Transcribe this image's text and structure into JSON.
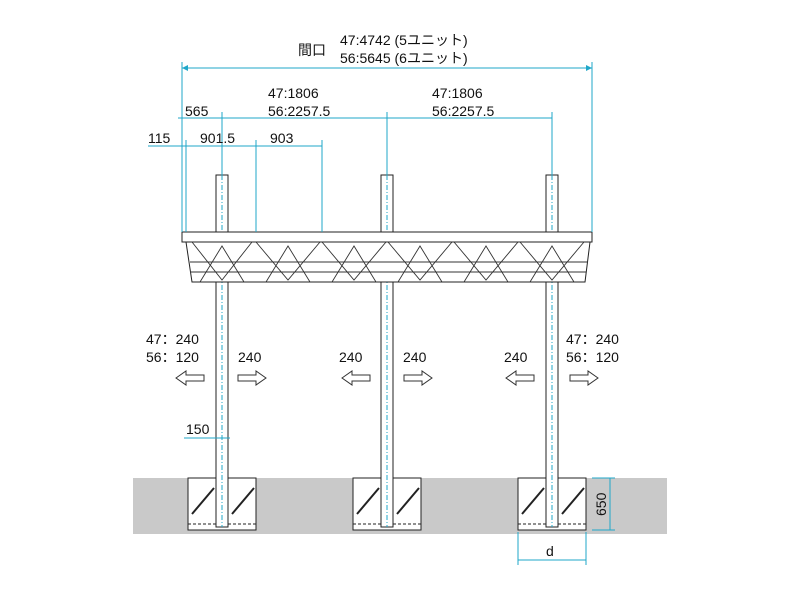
{
  "labels": {
    "frontage_title": "間口",
    "frontage_47": "47:4742 (5ユニット)",
    "frontage_56": "56:5645 (6ユニット)",
    "span1_47": "47:1806",
    "span1_56": "56:2257.5",
    "span2_47": "47:1806",
    "span2_56": "56:2257.5",
    "d565": "565",
    "d115": "115",
    "d9015": "901.5",
    "d903": "903",
    "left_47": "47：240",
    "left_56": "56：120",
    "right_47": "47：240",
    "right_56": "56：120",
    "arr1": "240",
    "arr2": "240",
    "arr3": "240",
    "arr4": "240",
    "d150": "150",
    "depth650": "650",
    "pit_d": "d"
  },
  "colors": {
    "dimension_line": "#1fa7c9",
    "ground": "#c9c9c9",
    "line": "#222222"
  }
}
